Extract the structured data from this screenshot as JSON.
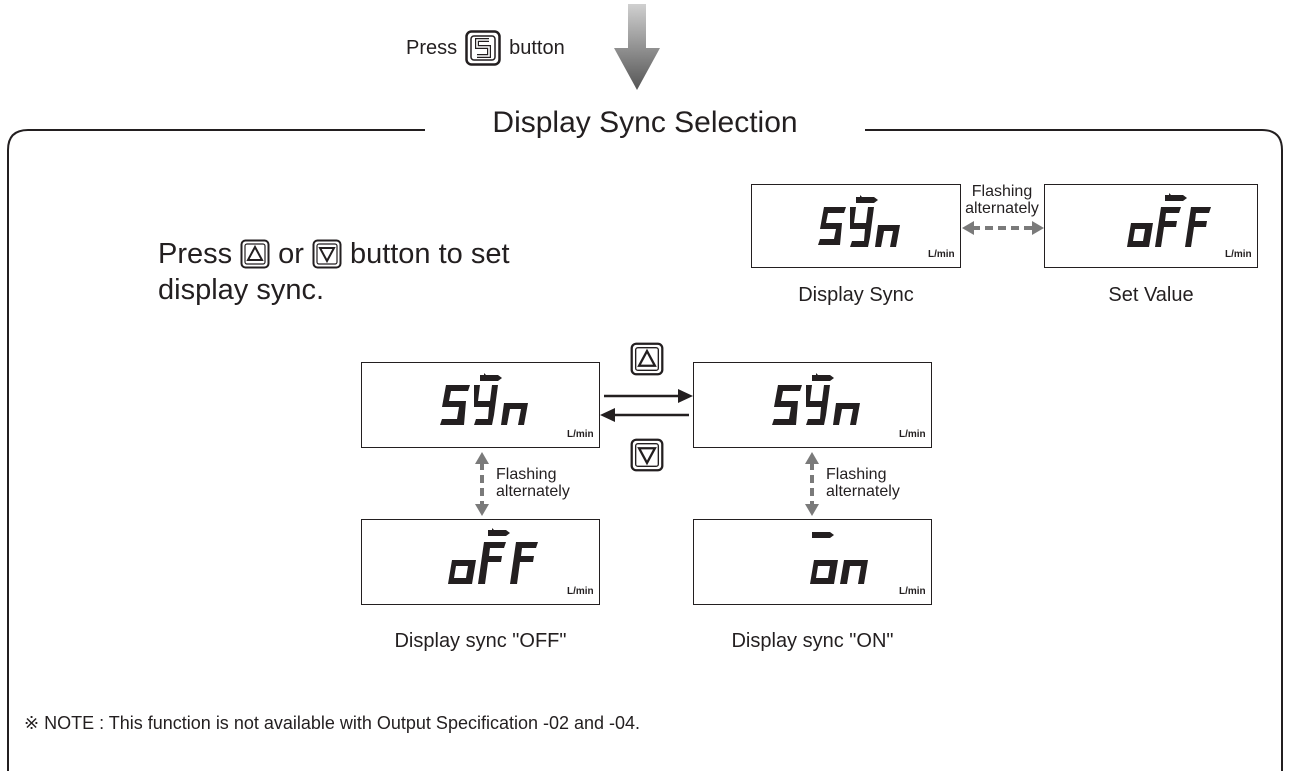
{
  "top": {
    "press_label": "Press",
    "button_label": "button"
  },
  "section_title": "Display Sync Selection",
  "instruction": {
    "line1_press": "Press",
    "line1_or": "or",
    "line1_rest": "button to set",
    "line2": "display sync."
  },
  "flash_label": "Flashing alternately",
  "flash_top_line1": "Flashing",
  "flash_top_line2": "alternately",
  "lcd": {
    "syn": "SYn",
    "off": "oFF",
    "on": "on",
    "unit": "L/min"
  },
  "captions": {
    "display_sync": "Display Sync",
    "set_value": "Set Value",
    "sync_off": "Display sync \"OFF\"",
    "sync_on": "Display sync \"ON\""
  },
  "note": "※ NOTE : This function is not available with Output Specification -02 and -04.",
  "colors": {
    "ink": "#231f20",
    "gray_arrow": "#7a7a7a"
  }
}
